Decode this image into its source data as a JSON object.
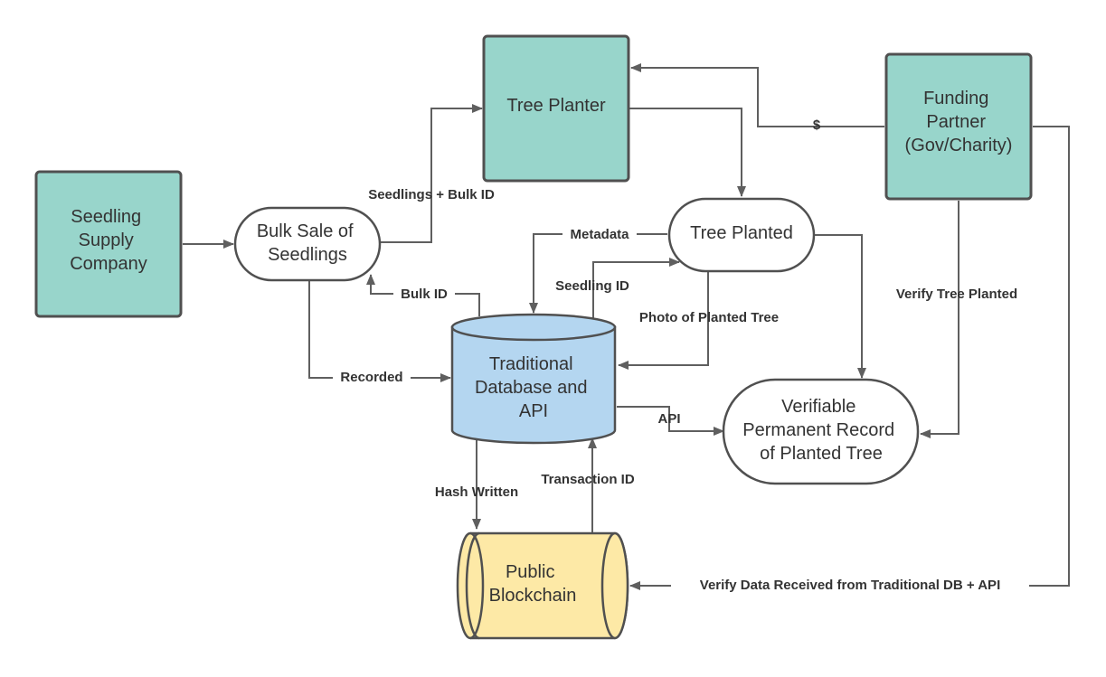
{
  "colors": {
    "teal": "#98d5cb",
    "teal_stroke": "#505050",
    "blue": "#b4d6f0",
    "yellow": "#fde9a6",
    "line": "#5f5f5f",
    "text": "#333333"
  },
  "nodes": {
    "seedling_supply": [
      "Seedling",
      "Supply",
      "Company"
    ],
    "tree_planter": [
      "Tree Planter"
    ],
    "funding_partner": [
      "Funding",
      "Partner",
      "(Gov/Charity)"
    ],
    "bulk_sale": [
      "Bulk Sale of",
      "Seedlings"
    ],
    "tree_planted": [
      "Tree Planted"
    ],
    "database": [
      "Traditional",
      "Database and",
      "API"
    ],
    "verifiable_record": [
      "Verifiable",
      "Permanent Record",
      "of Planted Tree"
    ],
    "blockchain": [
      "Public",
      "Blockchain"
    ]
  },
  "edge_labels": {
    "seedlings_bulk_id": "Seedlings + Bulk ID",
    "dollar": "$",
    "metadata": "Metadata",
    "bulk_id": "Bulk ID",
    "seedling_id": "Seedling  ID",
    "photo": "Photo of Planted  Tree",
    "verify_tree_planted": "Verify Tree Planted",
    "recorded": "Recorded",
    "api": "API",
    "hash_written": "Hash Written",
    "transaction_id": "Transaction ID",
    "verify_data": "Verify Data Received from Traditional DB + API"
  }
}
